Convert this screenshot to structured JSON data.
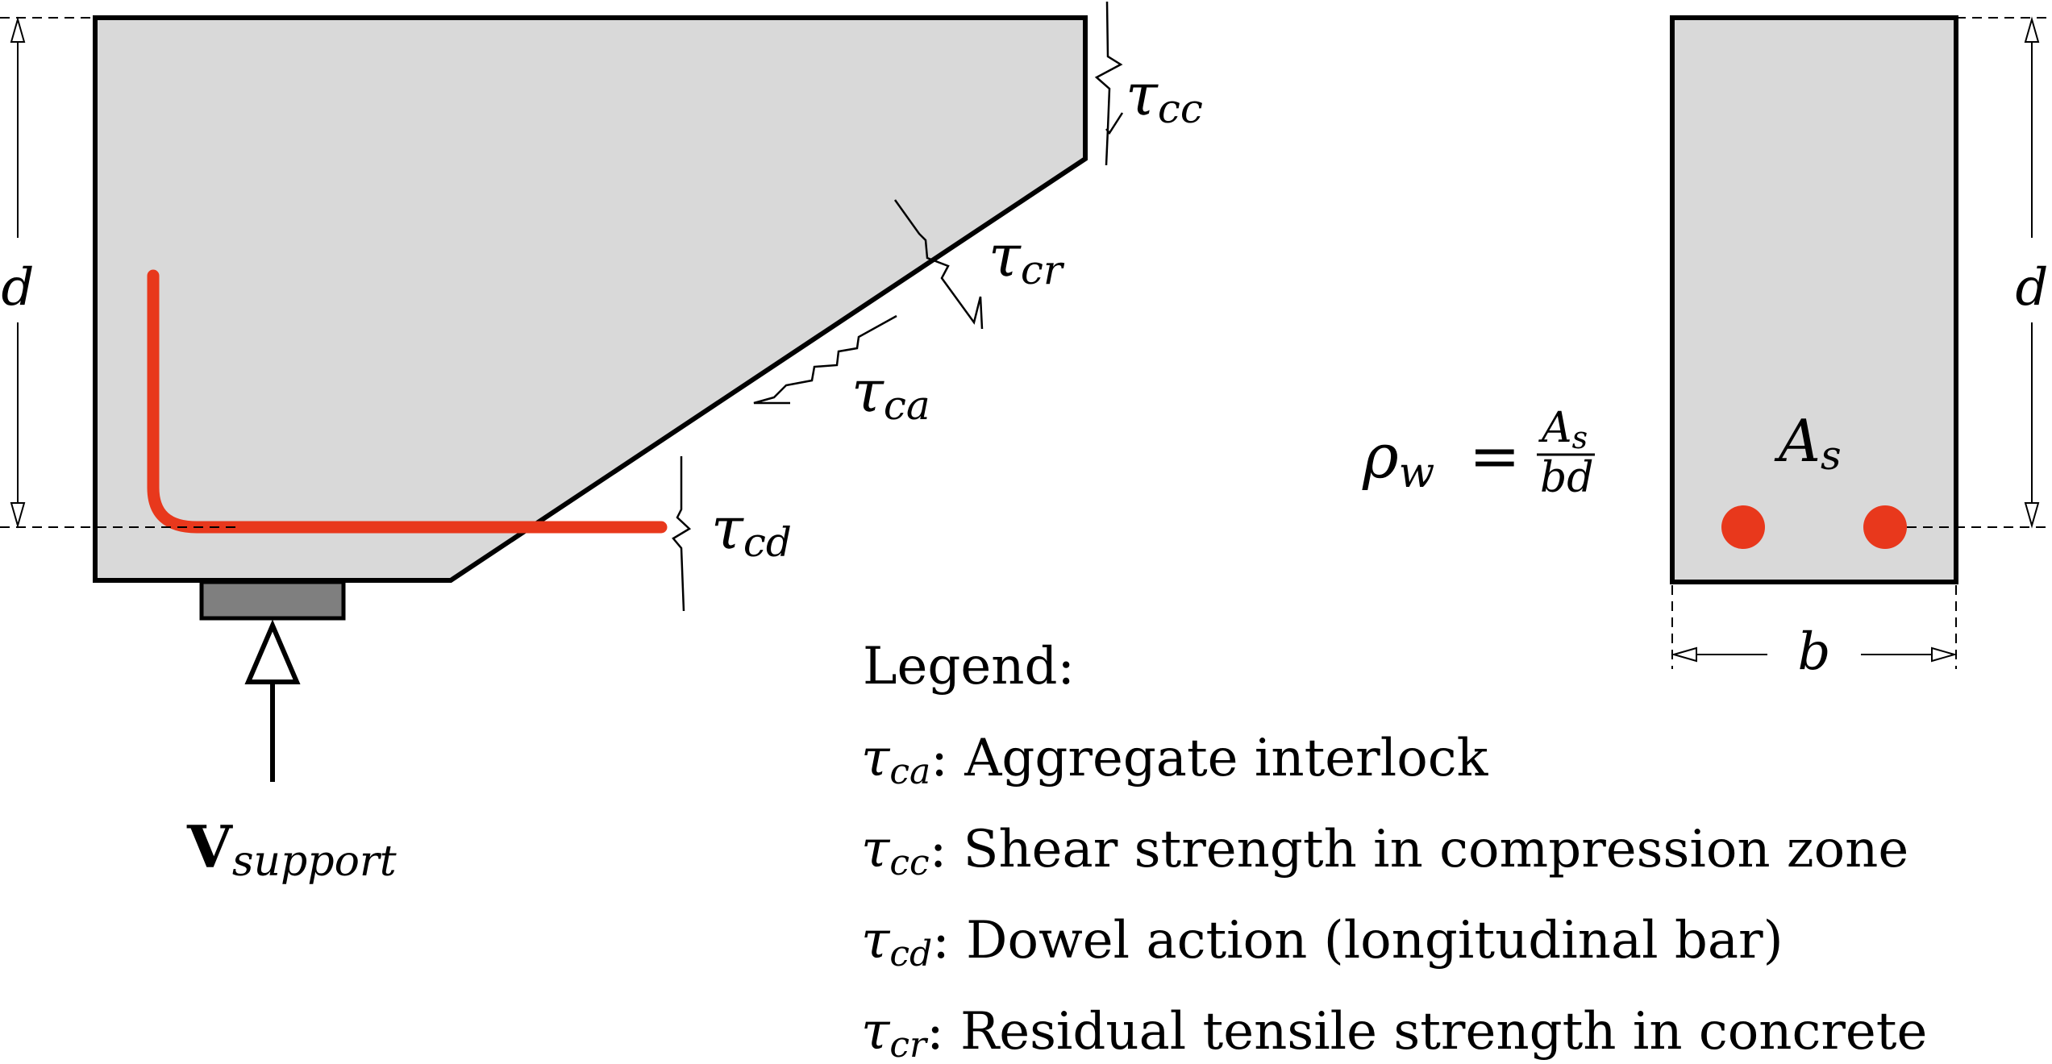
{
  "colors": {
    "concrete": "#d9d9d9",
    "rebar": "#e8381c",
    "bearing": "#7f7f7f",
    "outline": "#000000"
  },
  "labels": {
    "tau": "τ",
    "cc": "cc",
    "cr": "cr",
    "ca": "ca",
    "cd": "cd",
    "d": "d",
    "b": "b",
    "A": "A",
    "s": "s",
    "V": "V",
    "support": "support",
    "rho": "ρ",
    "w": "w",
    "equals": "=",
    "bd": "bd"
  },
  "legend": {
    "title": "Legend:",
    "items": [
      {
        "sub": "ca",
        "text": ": Aggregate interlock"
      },
      {
        "sub": "cc",
        "text": ": Shear strength in compression zone"
      },
      {
        "sub": "cd",
        "text": ": Dowel action (longitudinal bar)"
      },
      {
        "sub": "cr",
        "text": ": Residual tensile strength in concrete"
      }
    ]
  },
  "icons": {
    "crack": "zigzag-crack-icon",
    "arrow": "hollow-arrow-up-icon"
  }
}
